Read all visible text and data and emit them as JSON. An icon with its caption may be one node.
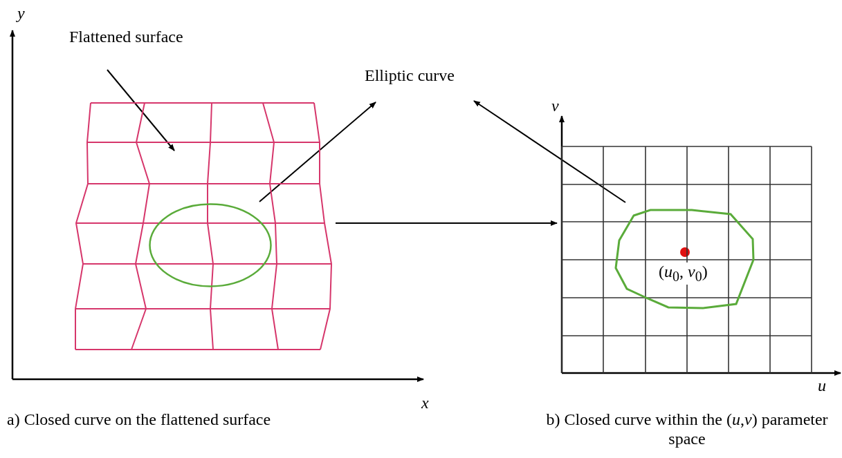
{
  "diagram": {
    "nodes": [
      {
        "text": [
          "Flattened surface"
        ]
      },
      {
        "text": [],
        "shape": "picture"
      },
      {
        "text": [],
        "shape": "circle",
        "in": 1
      },
      {
        "text": [
          "Elliptic curve"
        ]
      },
      {
        "text": [],
        "shape": "picture"
      },
      {
        "text": [],
        "shape": "circle",
        "in": 4
      }
    ],
    "edges": [
      {
        "from": 0,
        "to": 1,
        "arrow": "to"
      },
      {
        "from": 2,
        "to": 3,
        "arrow": "to"
      },
      {
        "from": 5,
        "to": 3,
        "arrow": "to"
      },
      {
        "from": 1,
        "to": 4,
        "arrow": "to"
      }
    ],
    "labels": [
      "y",
      "x",
      "v",
      "u",
      "(*u*$_{0}$, *v*$_{0}$)",
      "a) Closed curve on the flattened surface",
      "b) Closed curve within the (*u*,*v*) parameter space"
    ]
  }
}
